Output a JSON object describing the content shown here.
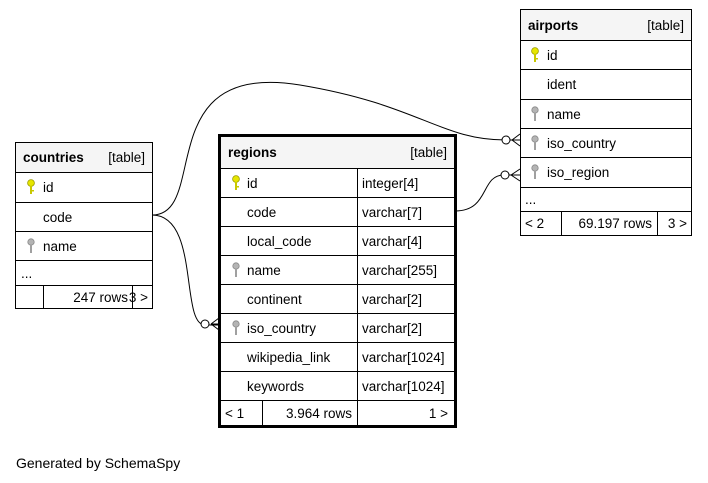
{
  "icons": {
    "primary_key_color": "#e6e600",
    "index_key_color": "#b4b4b4"
  },
  "countries": {
    "name": "countries",
    "type": "[table]",
    "columns": [
      "id",
      "code",
      "name"
    ],
    "more": "...",
    "rows": "247 rows",
    "children": "3 >"
  },
  "regions": {
    "name": "regions",
    "type": "[table]",
    "columns": [
      {
        "name": "id",
        "type": "integer[4]"
      },
      {
        "name": "code",
        "type": "varchar[7]"
      },
      {
        "name": "local_code",
        "type": "varchar[4]"
      },
      {
        "name": "name",
        "type": "varchar[255]"
      },
      {
        "name": "continent",
        "type": "varchar[2]"
      },
      {
        "name": "iso_country",
        "type": "varchar[2]"
      },
      {
        "name": "wikipedia_link",
        "type": "varchar[1024]"
      },
      {
        "name": "keywords",
        "type": "varchar[1024]"
      }
    ],
    "parents": "< 1",
    "rows": "3.964 rows",
    "children": "1 >"
  },
  "airports": {
    "name": "airports",
    "type": "[table]",
    "columns": [
      "id",
      "ident",
      "name",
      "iso_country",
      "iso_region"
    ],
    "more": "...",
    "parents": "< 2",
    "rows": "69.197 rows",
    "children": "3 >"
  },
  "footer": "Generated by SchemaSpy"
}
